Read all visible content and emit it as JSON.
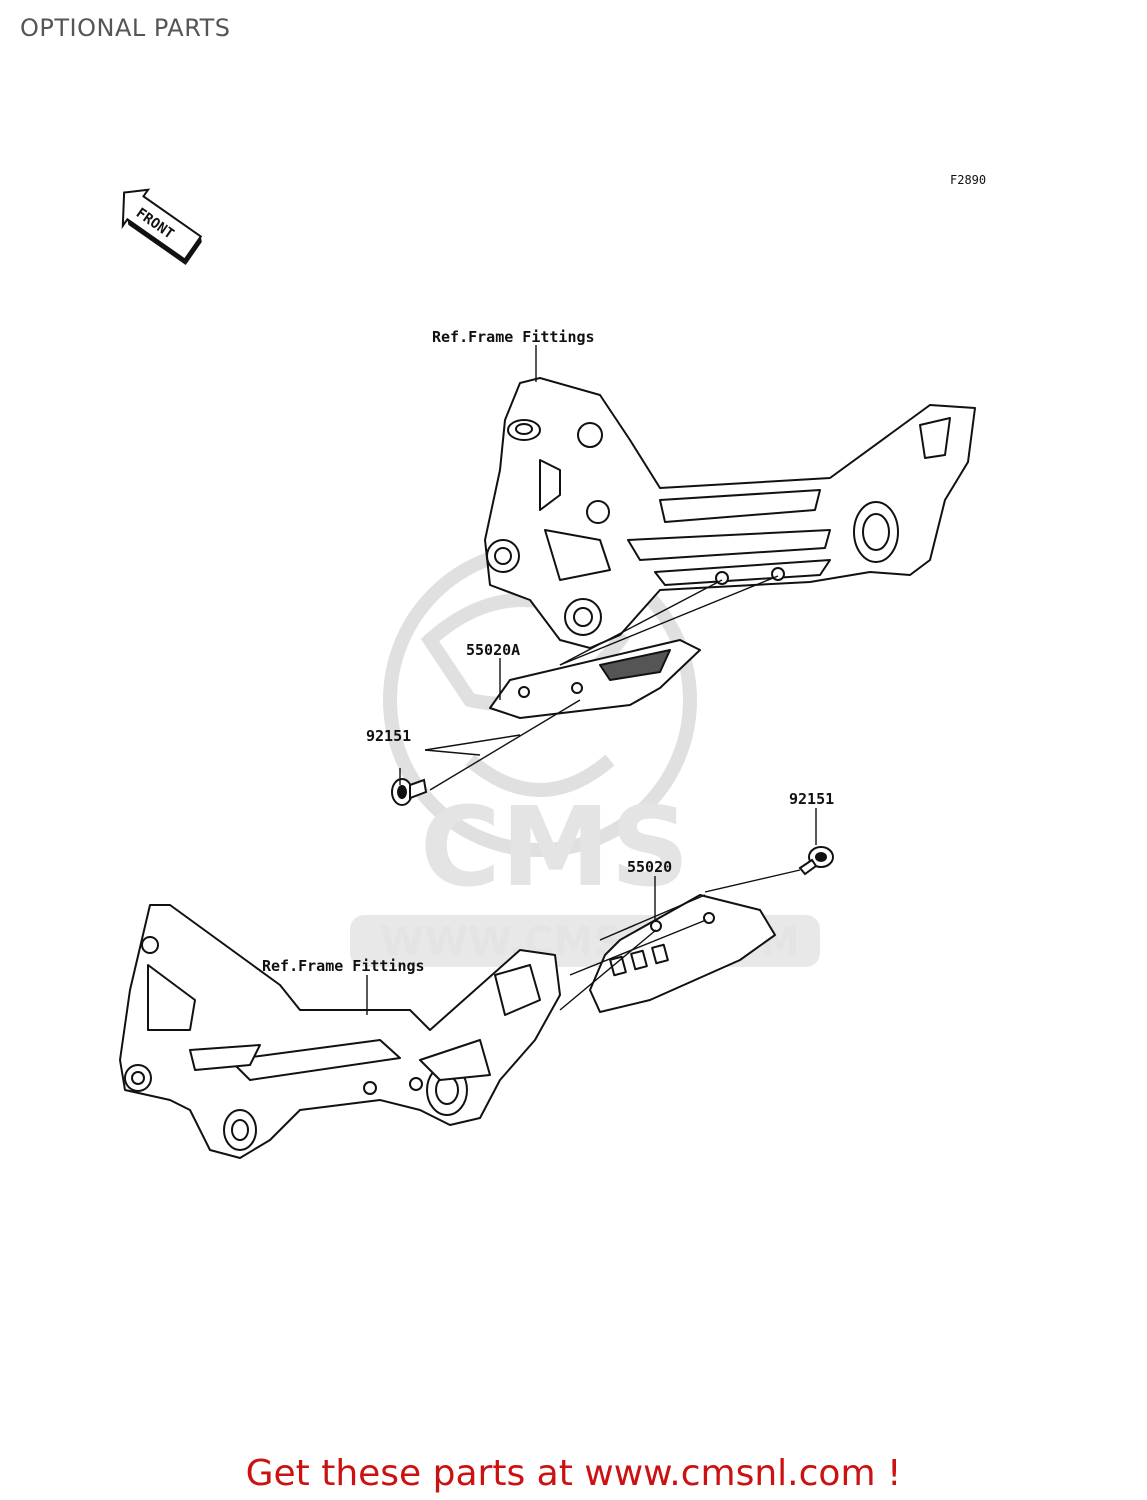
{
  "page_title": "OPTIONAL PARTS",
  "figure_number": "F2890",
  "direction_arrow": {
    "text": "FRONT",
    "icon": "front-arrow-icon"
  },
  "watermark": {
    "logo": "CMS",
    "url": "WWW.CMSNL.COM"
  },
  "callouts": {
    "ref_frame_top": "Ref.Frame Fittings",
    "ref_frame_bottom": "Ref.Frame Fittings",
    "part_55020A": "55020A",
    "part_92151_left": "92151",
    "part_92151_right": "92151",
    "part_55020": "55020"
  },
  "footer": {
    "cta": "Get these parts at www.cmsnl.com !",
    "cta_color": "#cc1111"
  }
}
